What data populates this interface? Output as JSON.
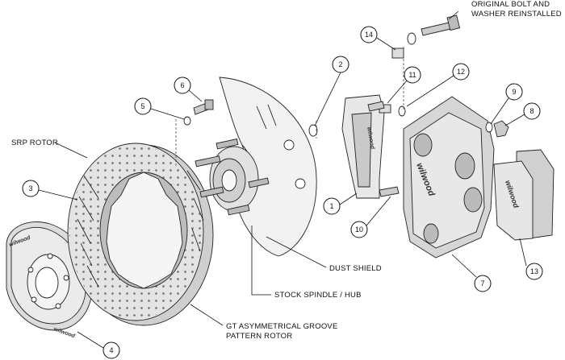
{
  "labels": {
    "original_bolt": [
      "ORIGINAL BOLT AND",
      "WASHER REINSTALLED"
    ],
    "srp_rotor": "SRP ROTOR",
    "dust_shield": "DUST SHIELD",
    "stock_spindle": "STOCK SPINDLE / HUB",
    "gt_rotor": [
      "GT ASYMMETRICAL GROOVE",
      "PATTERN ROTOR"
    ]
  },
  "callouts": {
    "c1": "1",
    "c2": "2",
    "c3": "3",
    "c4": "4",
    "c5": "5",
    "c6": "6",
    "c7": "7",
    "c8": "8",
    "c9": "9",
    "c10": "10",
    "c11": "11",
    "c12": "12",
    "c13": "13",
    "c14": "14"
  },
  "logos": {
    "caliper": "wilwood",
    "bracket": "wilwood",
    "pad": "wilwood",
    "hat_top": "wilwood",
    "hat_bottom": "wilwood"
  },
  "colors": {
    "line": "#222222",
    "light_fill": "#e6e6e6",
    "mid_fill": "#c8c8c8",
    "dark_fill": "#9a9a9a"
  }
}
